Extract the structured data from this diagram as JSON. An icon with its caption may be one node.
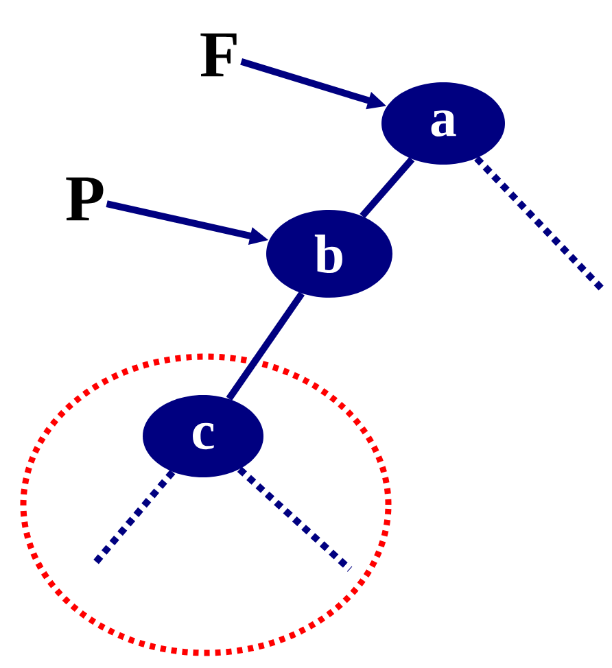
{
  "diagram": {
    "nodes": [
      {
        "text": [
          "F"
        ]
      },
      {
        "text": [
          "P"
        ]
      },
      {
        "text": [
          "a"
        ]
      },
      {
        "text": [
          "b"
        ]
      },
      {
        "text": [
          "c"
        ],
        "in": 5
      },
      {
        "text": [],
        "shape": "circle"
      }
    ],
    "edges": [
      {
        "from": 0,
        "to": 2,
        "arrow": "to"
      },
      {
        "from": 1,
        "to": 3,
        "arrow": "to"
      },
      {
        "from": 2,
        "to": 3,
        "arrow": "none"
      },
      {
        "from": 3,
        "to": 4,
        "arrow": "none"
      },
      {
        "from": 2,
        "to": null,
        "arrow": "none",
        "style": "dashed"
      },
      {
        "from": 4,
        "to": null,
        "arrow": "none",
        "style": "dashed"
      },
      {
        "from": 4,
        "to": null,
        "arrow": "none",
        "style": "dashed"
      }
    ]
  }
}
